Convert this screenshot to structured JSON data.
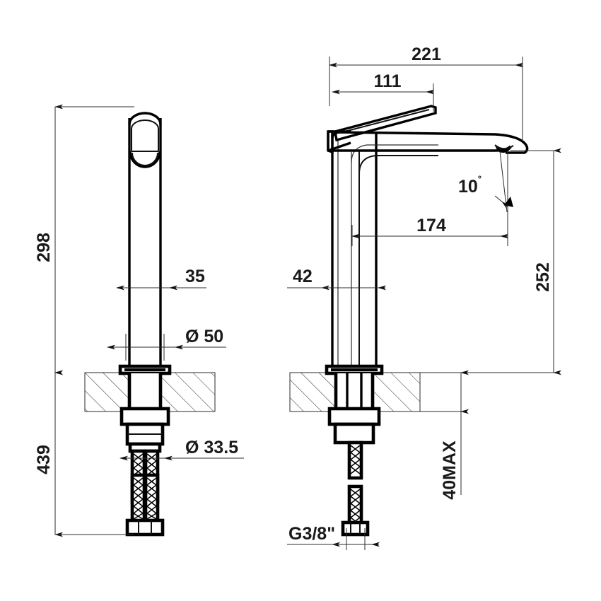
{
  "document": {
    "type": "technical-drawing",
    "subject": "Tall single-lever basin mixer tap — two orthographic views with dimensions",
    "units": "mm",
    "background_color": "#ffffff",
    "line_color": "#1a1a1a"
  },
  "views": [
    {
      "id": "left-view",
      "name": "front-view",
      "description": "Front elevation of tall cylindrical basin mixer"
    },
    {
      "id": "right-view",
      "name": "side-view",
      "description": "Side elevation of tall basin mixer showing spout projection"
    }
  ],
  "dimensions": {
    "left_view": {
      "height_above_deck": "298",
      "spout_center_offset": "35",
      "body_diameter": "Ø 50",
      "shank_diameter": "Ø 33.5",
      "overall_below": "439"
    },
    "right_view": {
      "spout_total_reach": "221",
      "lever_reach": "111",
      "spout_outlet_reach": "174",
      "body_depth": "42",
      "spout_height": "252",
      "spout_angle": "10˚",
      "deck_thickness_max": "40MAX",
      "supply_thread": "G3/8\""
    }
  },
  "labels": {
    "d298": "298",
    "d35": "35",
    "d50": "Ø 50",
    "d335": "Ø 33.5",
    "d439": "439",
    "d221": "221",
    "d111": "111",
    "d174": "174",
    "d42": "42",
    "d252": "252",
    "d10deg": "10",
    "degree_symbol": "˚",
    "d40max": "40MAX",
    "g38": "G3/8\""
  },
  "colors": {
    "line": "#1a1a1a",
    "heavy_line": "#000000",
    "hatch": "#2b2b2b",
    "paper": "#ffffff"
  }
}
